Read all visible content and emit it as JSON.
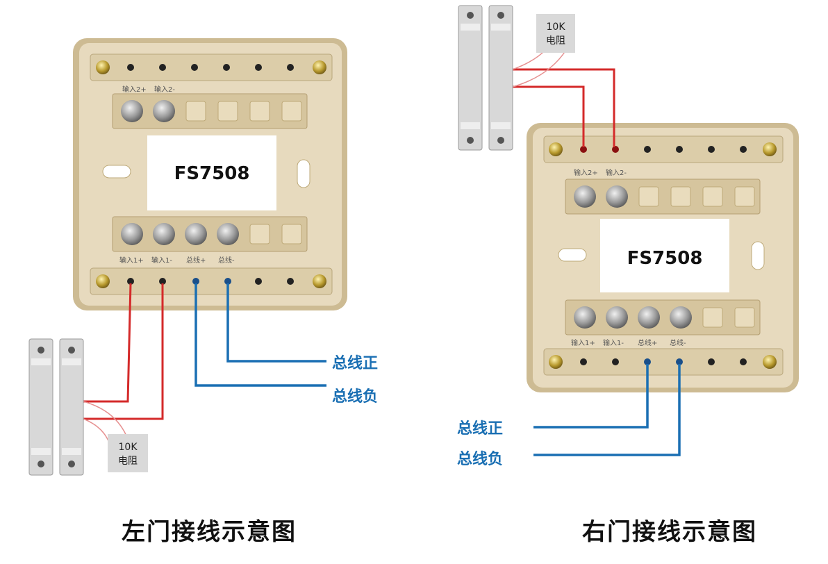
{
  "colors": {
    "module_body": "#e4d6b8",
    "module_edge": "#cdbb93",
    "bus_wire": "#1a6fb3",
    "input_wire": "#d42a2a",
    "resistor_box": "#d9d9d9",
    "sensor_body": "#d8d8d8"
  },
  "left_diagram": {
    "model": "FS7508",
    "top_labels": [
      "输入2+",
      "输入2-"
    ],
    "bottom_labels": [
      "输入1+",
      "输入1-",
      "总线+",
      "总线-"
    ],
    "resistor": {
      "line1": "10K",
      "line2": "电阻"
    },
    "bus_positive": "总线正",
    "bus_negative": "总线负",
    "caption": "左门接线示意图"
  },
  "right_diagram": {
    "model": "FS7508",
    "top_labels": [
      "输入2+",
      "输入2-"
    ],
    "bottom_labels": [
      "输入1+",
      "输入1-",
      "总线+",
      "总线-"
    ],
    "resistor": {
      "line1": "10K",
      "line2": "电阻"
    },
    "bus_positive": "总线正",
    "bus_negative": "总线负",
    "caption": "右门接线示意图"
  }
}
